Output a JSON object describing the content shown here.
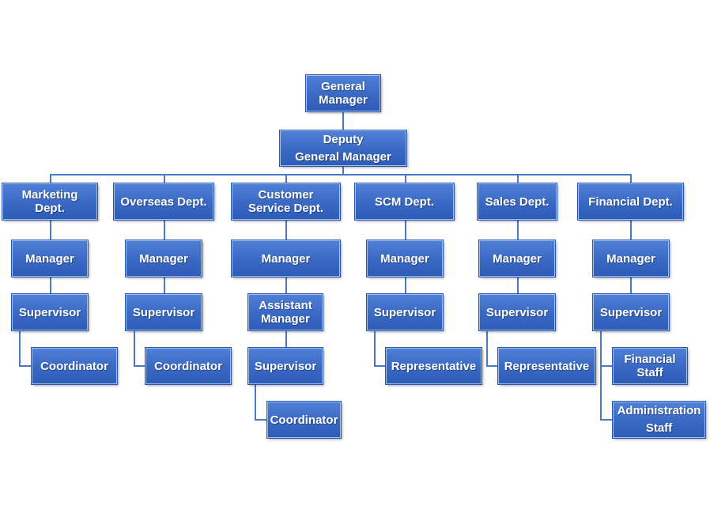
{
  "org": {
    "general_manager": "General\nManager",
    "deputy": "Deputy\nGeneral Manager",
    "departments": [
      {
        "name": "Marketing\nDept.",
        "chain": [
          "Manager",
          "Supervisor",
          "Coordinator"
        ]
      },
      {
        "name": "Overseas Dept.",
        "chain": [
          "Manager",
          "Supervisor",
          "Coordinator"
        ]
      },
      {
        "name": "Customer\nService Dept.",
        "chain": [
          "Manager",
          "Assistant\nManager",
          "Supervisor",
          "Coordinator"
        ]
      },
      {
        "name": "SCM Dept.",
        "chain": [
          "Manager",
          "Supervisor",
          "Representative"
        ]
      },
      {
        "name": "Sales Dept.",
        "chain": [
          "Manager",
          "Supervisor",
          "Representative"
        ]
      },
      {
        "name": "Financial Dept.",
        "chain": [
          "Manager",
          "Supervisor",
          "Financial\nStaff",
          "Administration\nStaff"
        ]
      }
    ]
  },
  "colors": {
    "box": "#3a69c4",
    "line": "#4a78c8",
    "text": "#ffffff"
  }
}
